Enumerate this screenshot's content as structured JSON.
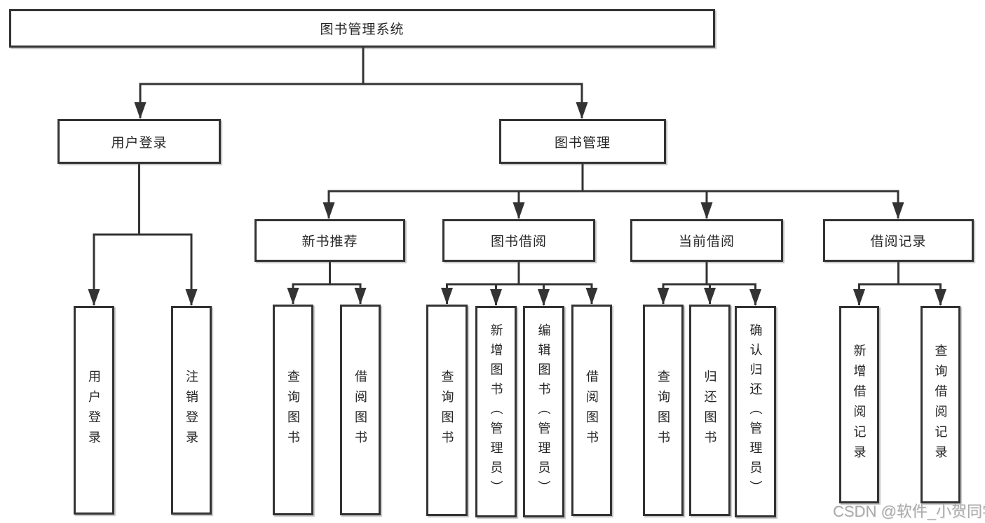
{
  "tree": {
    "root": "图书管理系统",
    "branches": [
      {
        "label": "用户登录",
        "children": [
          "用户登录",
          "注销登录"
        ]
      },
      {
        "label": "图书管理",
        "sections": [
          {
            "label": "新书推荐",
            "children": [
              "查询图书",
              "借阅图书"
            ]
          },
          {
            "label": "图书借阅",
            "children": [
              "查询图书",
              "新增图书（管理员）",
              "编辑图书（管理员）",
              "借阅图书"
            ]
          },
          {
            "label": "当前借阅",
            "children": [
              "查询图书",
              "归还图书",
              "确认归还（管理员）"
            ]
          },
          {
            "label": "借阅记录",
            "children": [
              "新增借阅记录",
              "查询借阅记录"
            ]
          }
        ]
      }
    ]
  },
  "watermark": {
    "text": "CSDN @软件_小贺同学",
    "color": "#ababab"
  },
  "colors": {
    "line": "#333333",
    "box_border": "#333333",
    "text": "#262626",
    "background": "#ffffff"
  }
}
